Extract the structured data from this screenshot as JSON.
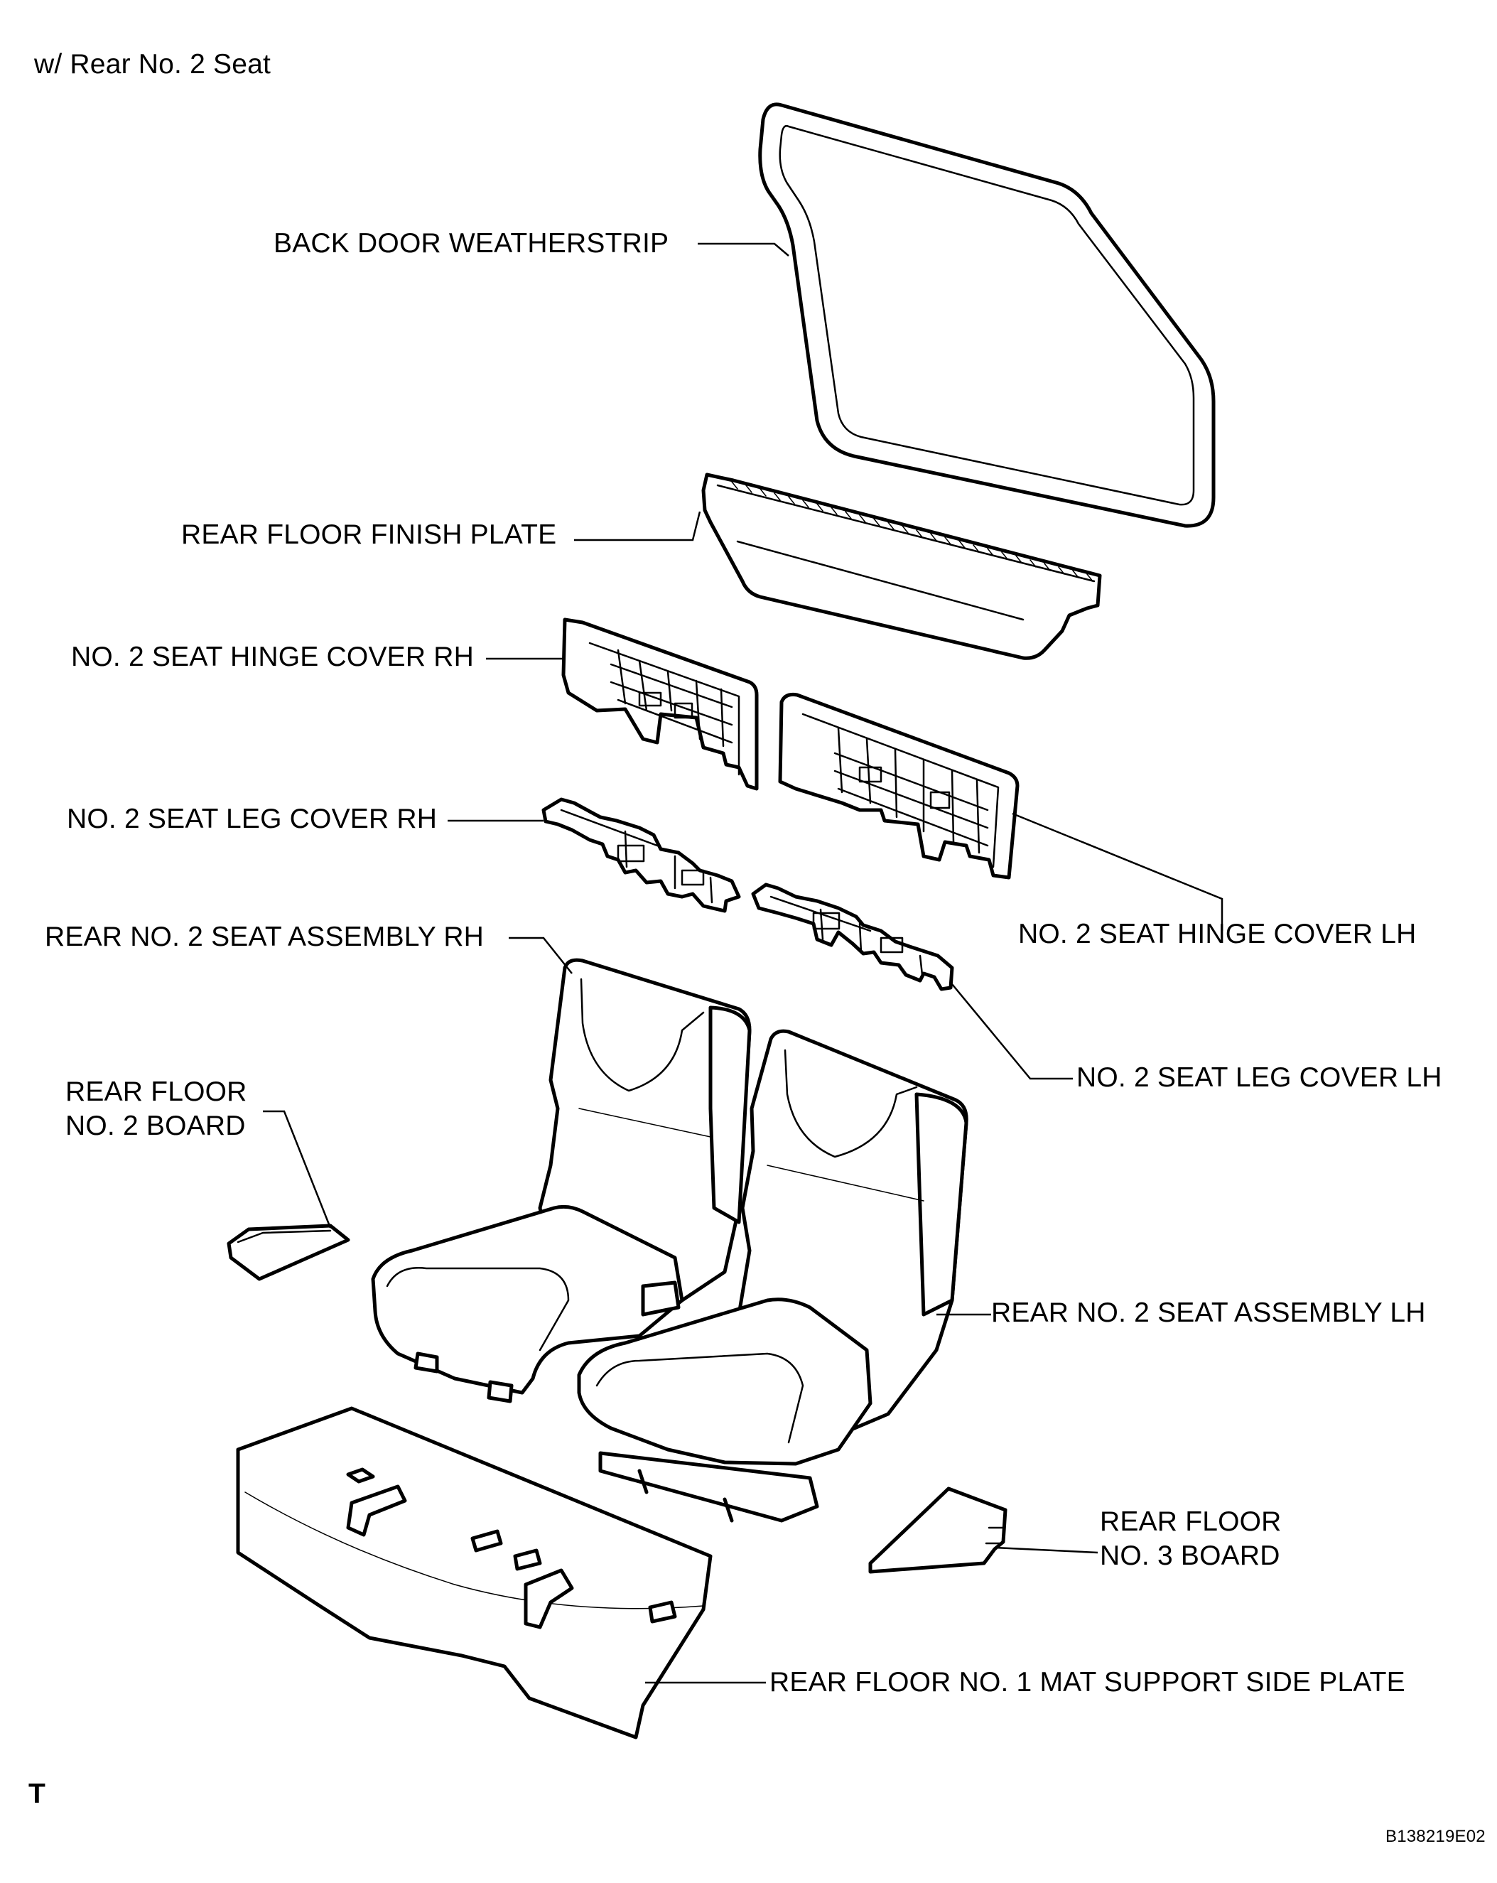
{
  "header": {
    "condition": "w/ Rear No. 2 Seat"
  },
  "parts": {
    "back_door_weatherstrip": "BACK DOOR WEATHERSTRIP",
    "rear_floor_finish_plate": "REAR FLOOR FINISH PLATE",
    "hinge_cover_rh": "NO. 2 SEAT HINGE COVER RH",
    "leg_cover_rh": "NO. 2 SEAT LEG COVER RH",
    "seat_assembly_rh": "REAR NO. 2 SEAT ASSEMBLY RH",
    "hinge_cover_lh": "NO. 2 SEAT HINGE COVER LH",
    "leg_cover_lh": "NO. 2 SEAT LEG COVER LH",
    "floor_no2_board_line1": "REAR FLOOR",
    "floor_no2_board_line2": "NO. 2 BOARD",
    "seat_assembly_lh": "REAR NO. 2 SEAT ASSEMBLY LH",
    "floor_no3_board_line1": "REAR FLOOR",
    "floor_no3_board_line2": "NO. 3 BOARD",
    "mat_support_side_plate": "REAR FLOOR NO. 1 MAT SUPPORT SIDE PLATE"
  },
  "footer": {
    "mark": "T",
    "figure_code": "B138219E02"
  }
}
